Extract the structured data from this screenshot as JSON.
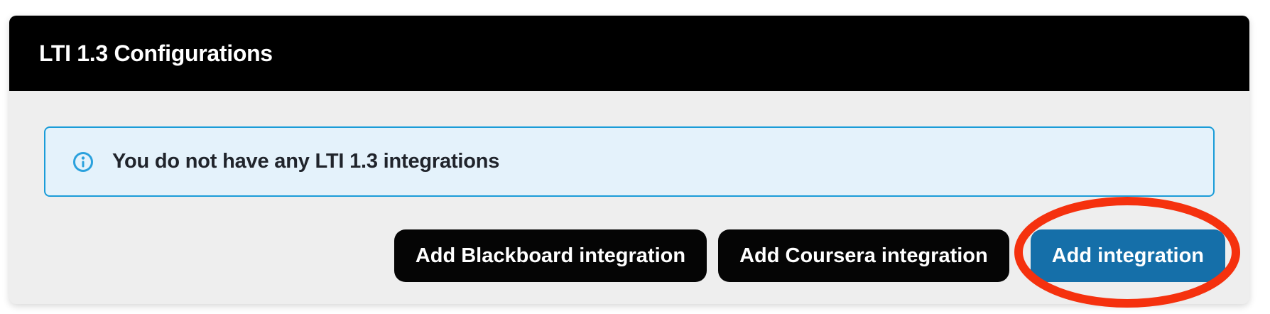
{
  "panel": {
    "title": "LTI 1.3 Configurations",
    "alert": {
      "icon": "info-circle",
      "text": "You do not have any LTI 1.3 integrations"
    },
    "buttons": [
      {
        "label": "Add Blackboard integration",
        "variant": "dark"
      },
      {
        "label": "Add Coursera integration",
        "variant": "dark"
      },
      {
        "label": "Add integration",
        "variant": "primary",
        "annotated": true
      }
    ]
  },
  "annotation": {
    "type": "red-ellipse",
    "target": "Add integration button",
    "color": "#f5310e"
  },
  "colors": {
    "header_bg": "#000000",
    "panel_bg": "#eeeeee",
    "alert_bg": "#e4f2fb",
    "alert_border": "#1a9cd8",
    "info_icon": "#2aa1dd",
    "text_dark": "#20242b",
    "button_dark": "#050505",
    "button_primary": "#156fa9",
    "annotation_red": "#f5310e"
  }
}
